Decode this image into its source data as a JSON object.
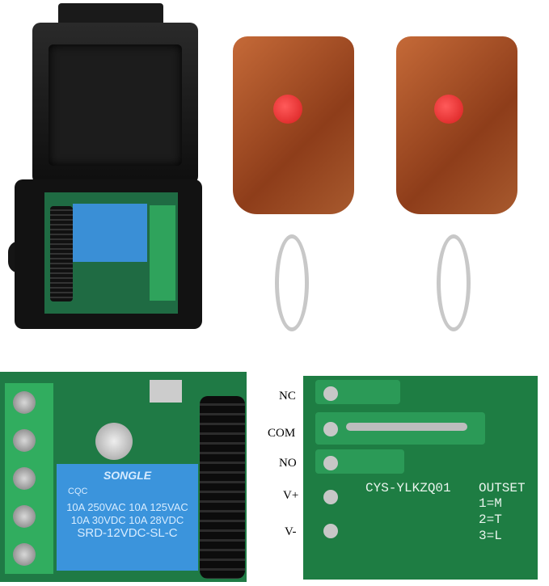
{
  "bottom_right_board": {
    "pin_labels": [
      "NC",
      "COM",
      "NO",
      "V+",
      "V-"
    ],
    "model": "CYS-YLKZQ01",
    "outset": "OUTSET",
    "modes": [
      "1=M",
      "2=T",
      "3=L"
    ]
  },
  "relay": {
    "brand": "SONGLE",
    "cert": "CQC",
    "ratings": [
      "10A 250VAC  10A 125VAC",
      "10A  30VDC  10A  28VDC"
    ],
    "model": "SRD-12VDC-SL-C"
  },
  "colors": {
    "pcb": "#1f7a45",
    "relay": "#3b94dc",
    "remote": "#a5532a",
    "button": "#e02424",
    "case": "#121212"
  }
}
